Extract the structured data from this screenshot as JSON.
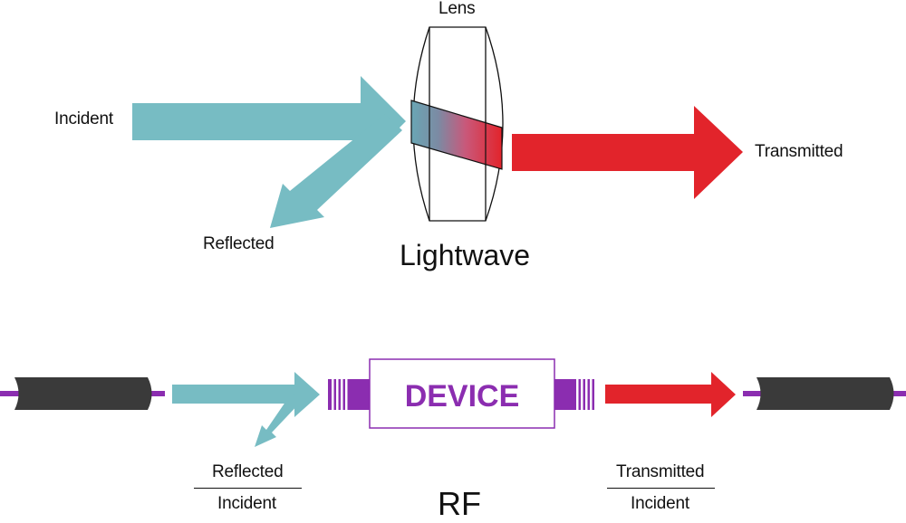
{
  "lightwave": {
    "lens_label": "Lens",
    "incident_label": "Incident",
    "reflected_label": "Reflected",
    "transmitted_label": "Transmitted",
    "title": "Lightwave"
  },
  "rf": {
    "device_label": "DEVICE",
    "reflected_ratio": {
      "numerator": "Reflected",
      "denominator": "Incident"
    },
    "transmitted_ratio": {
      "numerator": "Transmitted",
      "denominator": "Incident"
    },
    "title": "RF"
  },
  "colors": {
    "incident": "#77BCC3",
    "transmitted": "#E2242B",
    "device": "#8B2DB0",
    "cable": "#3A3A3A",
    "wire": "#8B2DB0"
  }
}
